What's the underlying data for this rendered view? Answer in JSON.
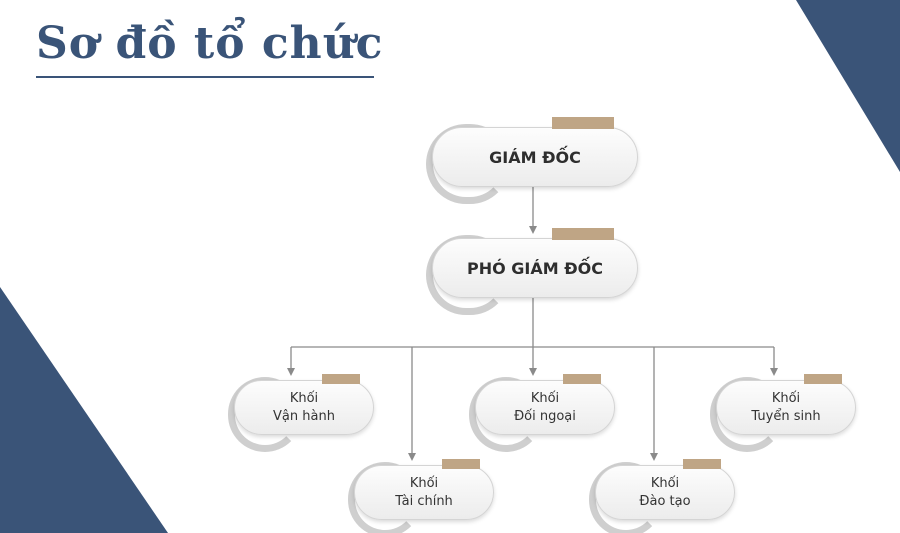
{
  "title": "Sơ đồ tổ chức",
  "nodes": {
    "giam_doc": "GIÁM ĐỐC",
    "pho_giam_doc": "PHÓ GIÁM ĐỐC",
    "van_hanh": [
      "Khối",
      "Vận hành"
    ],
    "tai_chinh": [
      "Khối",
      "Tài chính"
    ],
    "doi_ngoai": [
      "Khối",
      "Đối ngoại"
    ],
    "dao_tao": [
      "Khối",
      "Đào tạo"
    ],
    "tuyen_sinh": [
      "Khối",
      "Tuyển sinh"
    ]
  },
  "colors": {
    "navy": "#3a5478",
    "tab": "#bfa585",
    "connector": "#8a8a8a"
  }
}
